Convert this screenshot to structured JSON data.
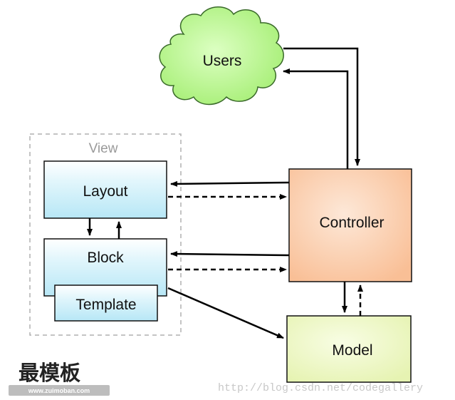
{
  "diagram": {
    "users_label": "Users",
    "view_label": "View",
    "layout_label": "Layout",
    "block_label": "Block",
    "template_label": "Template",
    "controller_label": "Controller",
    "model_label": "Model"
  },
  "watermarks": {
    "brand_cn": "最模板",
    "brand_site": "www.zuimoban.com",
    "blog_url": "http://blog.csdn.net/codegallery"
  },
  "colors": {
    "cloud_fill": "#b8f58a",
    "cloud_stroke": "#3a6a2a",
    "view_box_fill": "#c8ecf8",
    "controller_fill": "#fbc9a8",
    "model_fill": "#eff8c6",
    "arrow": "#000000",
    "view_container_dash": "#b0b0b0"
  }
}
